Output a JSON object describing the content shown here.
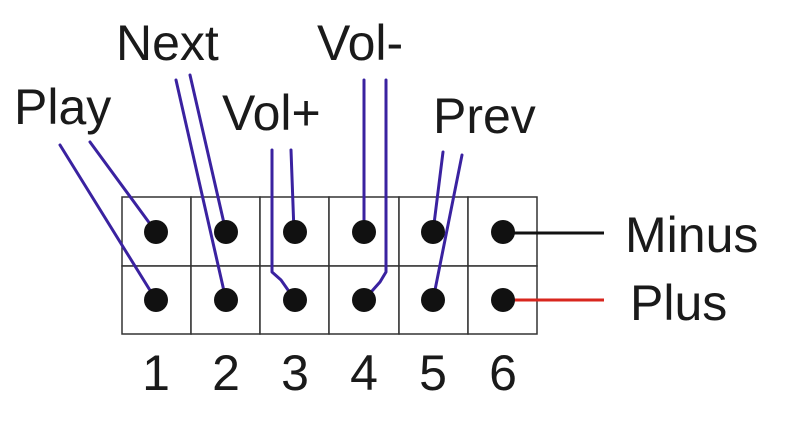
{
  "labels": {
    "play": "Play",
    "next": "Next",
    "vol_plus": "Vol+",
    "vol_minus": "Vol-",
    "prev": "Prev",
    "minus": "Minus",
    "plus": "Plus"
  },
  "pin_numbers": [
    "1",
    "2",
    "3",
    "4",
    "5",
    "6"
  ],
  "colors": {
    "signal_wire": "#3a22a0",
    "minus_wire": "#111111",
    "plus_wire": "#d8261e",
    "pin": "#111111"
  }
}
